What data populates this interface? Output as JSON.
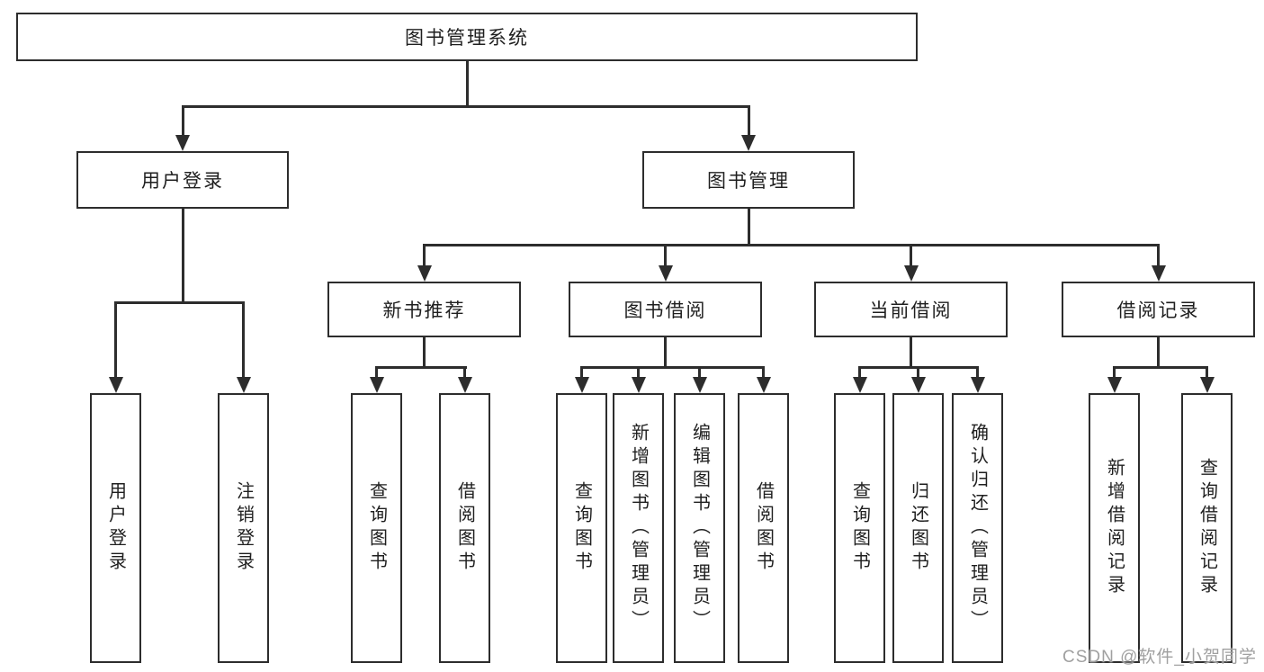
{
  "colors": {
    "line": "#2d2d2d",
    "box_border": "#2d2d2d",
    "text": "#1f1f1f",
    "background": "#ffffff",
    "watermark": "#a0a0a0"
  },
  "tree": {
    "root": {
      "label": "图书管理系统",
      "children": [
        {
          "label": "用户登录",
          "children": [
            {
              "label": "用户登录"
            },
            {
              "label": "注销登录"
            }
          ]
        },
        {
          "label": "图书管理",
          "children": [
            {
              "label": "新书推荐",
              "children": [
                {
                  "label": "查询图书"
                },
                {
                  "label": "借阅图书"
                }
              ]
            },
            {
              "label": "图书借阅",
              "children": [
                {
                  "label": "查询图书"
                },
                {
                  "label": "新增图书（管理员）"
                },
                {
                  "label": "编辑图书（管理员）"
                },
                {
                  "label": "借阅图书"
                }
              ]
            },
            {
              "label": "当前借阅",
              "children": [
                {
                  "label": "查询图书"
                },
                {
                  "label": "归还图书"
                },
                {
                  "label": "确认归还（管理员）"
                }
              ]
            },
            {
              "label": "借阅记录",
              "children": [
                {
                  "label": "新增借阅记录"
                },
                {
                  "label": "查询借阅记录"
                }
              ]
            }
          ]
        }
      ]
    }
  },
  "watermark": {
    "text": "CSDN @软件_小贺同学"
  }
}
